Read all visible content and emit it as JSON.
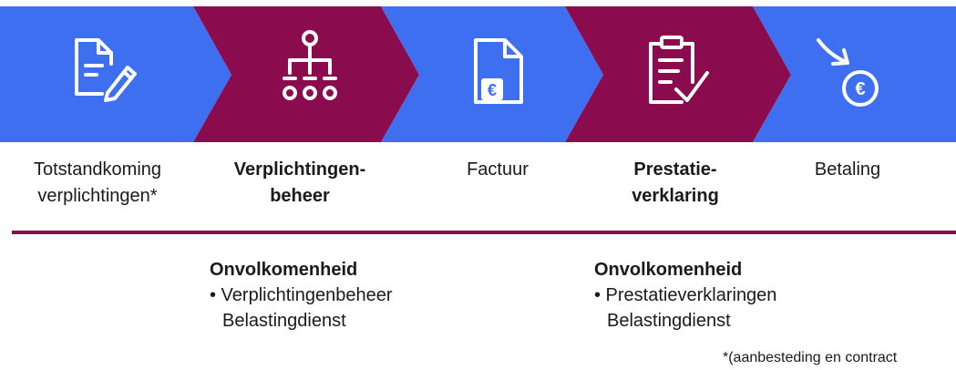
{
  "colors": {
    "blue": "#3e6ff0",
    "purple": "#8a0c4f",
    "icon": "#ffffff"
  },
  "steps": [
    {
      "line1": "Totstandkoming",
      "line2": "verplichtingen*",
      "bold": false,
      "icon": "document-pen-icon",
      "color": "blue"
    },
    {
      "line1": "Verplichtingen-",
      "line2": "beheer",
      "bold": true,
      "icon": "org-chart-icon",
      "color": "purple"
    },
    {
      "line1": "Factuur",
      "line2": "",
      "bold": false,
      "icon": "euro-document-icon",
      "color": "blue"
    },
    {
      "line1": "Prestatie-",
      "line2": "verklaring",
      "bold": true,
      "icon": "clipboard-check-icon",
      "color": "purple"
    },
    {
      "line1": "Betaling",
      "line2": "",
      "bold": false,
      "icon": "euro-coin-arrow-icon",
      "color": "blue"
    }
  ],
  "notes": [
    {
      "title": "Onvolkomenheid",
      "bullet": "• Verplichtingenbeheer",
      "continuation": "Belastingdienst"
    },
    {
      "title": "Onvolkomenheid",
      "bullet": "• Prestatieverklaringen",
      "continuation": "Belastingdienst"
    }
  ],
  "footnote": "*(aanbesteding en contract"
}
